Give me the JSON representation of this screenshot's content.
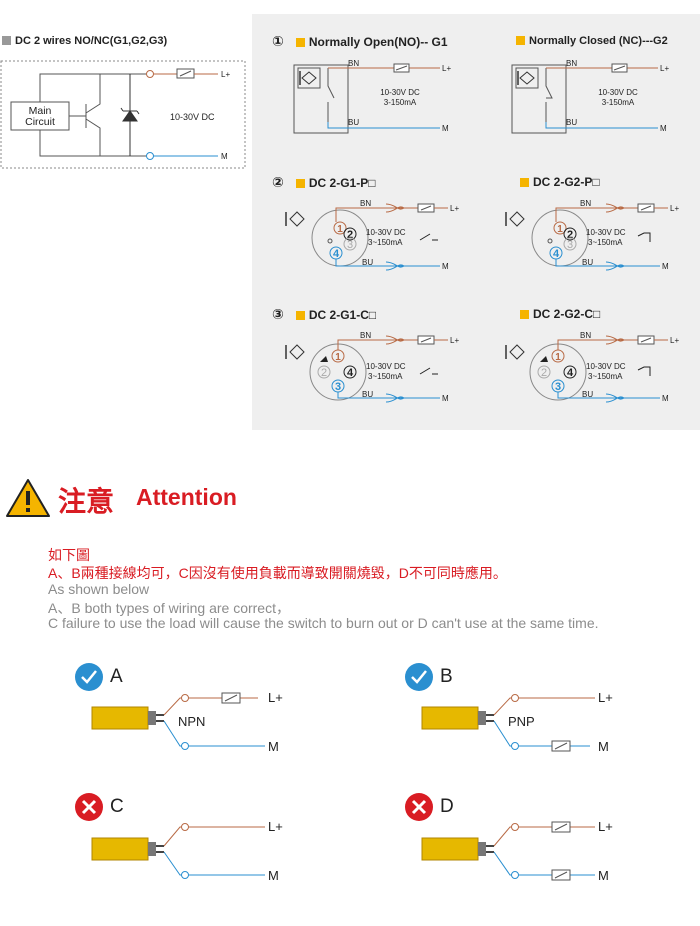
{
  "top_left": {
    "title": "DC 2 wires NO/NC(G1,G2,G3)",
    "box_label_1": "Main",
    "box_label_2": "Circuit",
    "voltage": "10-30V DC",
    "lplus": "L+",
    "m": "M"
  },
  "panel": {
    "row1": {
      "num": "①",
      "left_title": "Normally Open(NO)-- G1",
      "right_title": "Normally Closed (NC)---G2"
    },
    "row2": {
      "num": "②",
      "left_title": "DC 2-G1-P□",
      "right_title": "DC 2-G2-P□"
    },
    "row3": {
      "num": "③",
      "left_title": "DC 2-G1-C□",
      "right_title": "DC 2-G2-C□"
    },
    "bn": "BN",
    "bu": "BU",
    "lplus": "L+",
    "m": "M",
    "voltage": "10-30V DC",
    "current": "3-150mA",
    "current_alt": "3~150mA",
    "pins": [
      "1",
      "2",
      "3",
      "4"
    ]
  },
  "attention": {
    "title_cn": "注意",
    "title_en": "Attention",
    "line_cn_1": "如下圖",
    "line_cn_2": "A、B兩種接線均可，C因沒有使用負載而導致開關燒毀，D不可同時應用。",
    "line_en_1": "As shown below",
    "line_en_2": "A、B both types of wiring are correct，",
    "line_en_3": "C failure to use the load will cause the switch to burn out or D can't use at the same time."
  },
  "wiring": {
    "a": {
      "letter": "A",
      "type": "NPN"
    },
    "b": {
      "letter": "B",
      "type": "PNP"
    },
    "c": {
      "letter": "C"
    },
    "d": {
      "letter": "D"
    },
    "lplus": "L+",
    "m": "M"
  },
  "colors": {
    "brown": "#b86a45",
    "blue": "#2a8fd0",
    "yellow": "#f5b400",
    "red": "#d91c23",
    "panel_bg": "#efefef",
    "check_blue": "#2a8fd0"
  }
}
